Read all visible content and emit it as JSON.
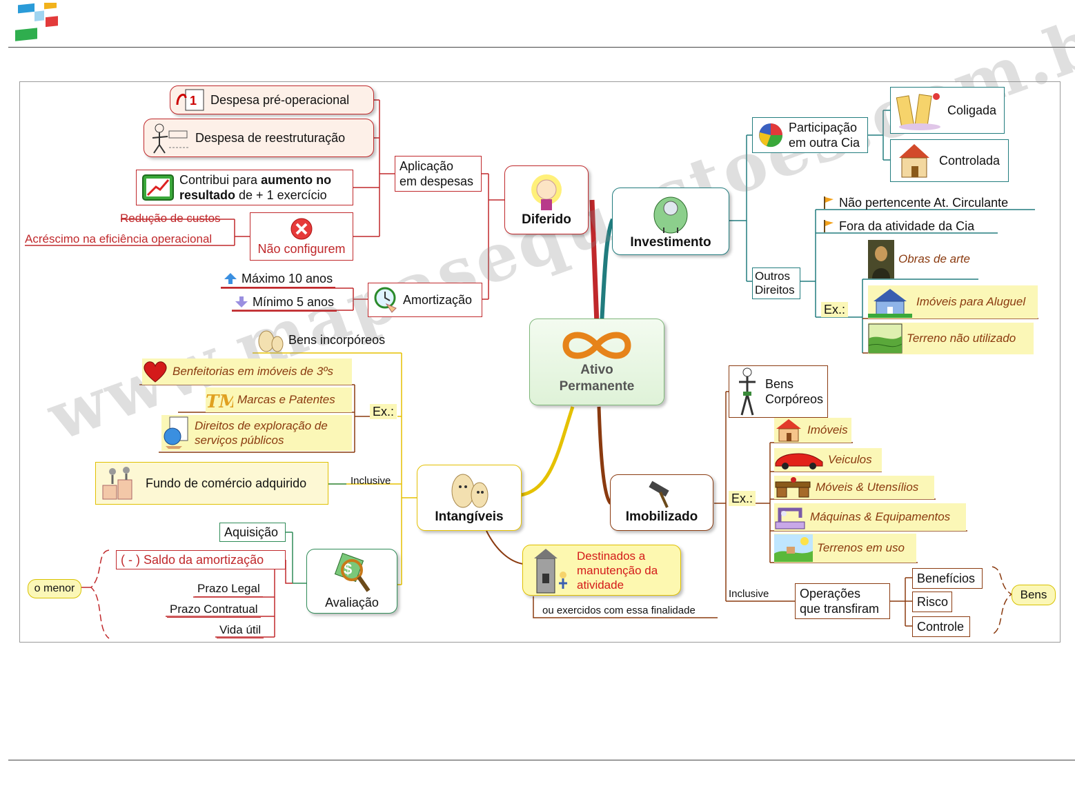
{
  "watermark": "www.mapasequestoes.com.br",
  "root": {
    "line1": "Ativo",
    "line2": "Permanente"
  },
  "diferido": {
    "title": "Diferido",
    "aplicacao": {
      "line1": "Aplicação",
      "line2": "em despesas"
    },
    "despesa_preop": "Despesa pré-operacional",
    "despesa_reestr": "Despesa de reestruturação",
    "contribui": {
      "a": "Contribui para ",
      "b": "aumento no",
      "c": "resultado",
      "d": " de + 1 exercício"
    },
    "nao_configurem": "Não configurem",
    "reducao": "Redução de custos",
    "acrescimo": "Acréscimo na eficiência operacional",
    "amortizacao": "Amortização",
    "maximo": "Máximo 10 anos",
    "minimo": "Mínimo 5 anos"
  },
  "investimento": {
    "title": "Investimento",
    "participacao": {
      "line1": "Participação",
      "line2": "em outra Cia"
    },
    "coligada": "Coligada",
    "controlada": "Controlada",
    "outros": {
      "line1": "Outros",
      "line2": "Direitos"
    },
    "nao_pertencente": "Não pertencente At. Circulante",
    "fora_atividade": "Fora da atividade da Cia",
    "ex": "Ex.:",
    "obras": "Obras de arte",
    "imoveis_aluguel": "Imóveis para Aluguel",
    "terreno_nao": "Terreno não utilizado"
  },
  "intangiveis": {
    "title": "Intangíveis",
    "bens_incorporeos": "Bens incorpóreos",
    "ex": "Ex.:",
    "benfeitorias": "Benfeitorias em imóveis de 3ºs",
    "marcas": "Marcas e Patentes",
    "direitos": {
      "line1": "Direitos de exploração de",
      "line2": "serviços públicos"
    },
    "inclusive": "Inclusive",
    "fundo": "Fundo de comércio adquirido",
    "avaliacao": "Avaliação",
    "aquisicao": "Aquisição",
    "saldo": "( - )  Saldo da amortização",
    "prazo_legal": "Prazo Legal",
    "prazo_contratual": "Prazo Contratual",
    "vida_util": "Vida útil",
    "o_menor": "o menor"
  },
  "imobilizado": {
    "title": "Imobilizado",
    "bens_corporeos": {
      "line1": "Bens",
      "line2": "Corpóreos"
    },
    "ex": "Ex.:",
    "imoveis": "Imóveis",
    "veiculos": "Veiculos",
    "moveis": "Móveis & Utensílios",
    "maquinas": "Máquinas & Equipamentos",
    "terrenos": "Terrenos em uso",
    "destinados": {
      "line1": "Destinados a",
      "line2": "manutenção da",
      "line3": "atividade"
    },
    "ou_exercidos": "ou exercidos com essa finalidade",
    "inclusive": "Inclusive",
    "operacoes": {
      "line1": "Operações",
      "line2": "que transfiram"
    },
    "beneficios": "Benefícios",
    "risco": "Risco",
    "controle": "Controle",
    "bens": "Bens"
  },
  "colors": {
    "diferido": "#c0282b",
    "investimento": "#217c7e",
    "imobilizado": "#8a3a0f",
    "intangiveis": "#e5c100",
    "ex_text": "#8a3a0f"
  }
}
